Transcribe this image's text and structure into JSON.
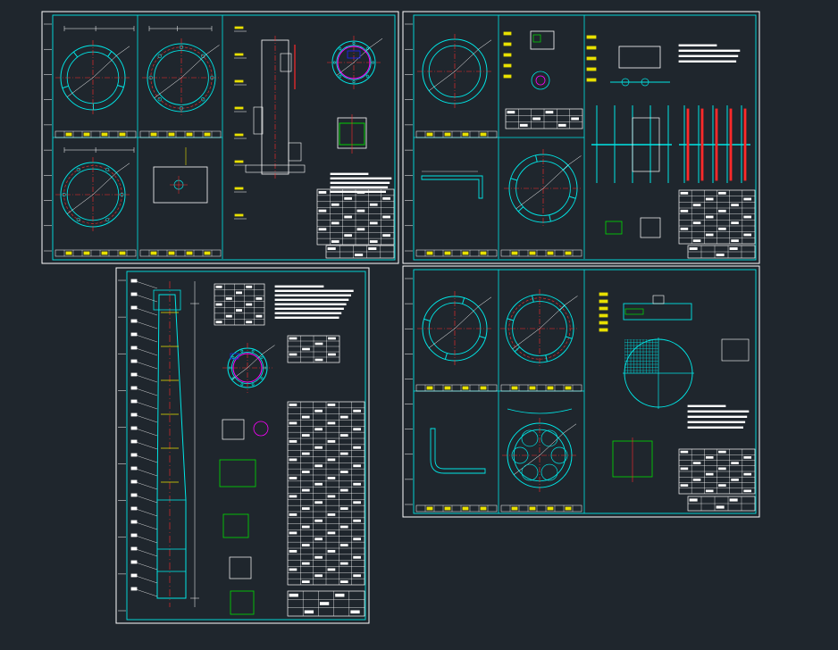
{
  "colors": {
    "background": "#1f262d",
    "frame": "#ffffff",
    "border": "#00e5e5",
    "geometry": "#00e5e5",
    "center_line": "#ff2a2a",
    "dimension": "#ffffff",
    "yellow": "#e8e000",
    "green": "#00e000",
    "magenta": "#ff00ff",
    "blue": "#2020ff"
  },
  "sheets": [
    {
      "id": "sheet-1"
    },
    {
      "id": "sheet-2"
    },
    {
      "id": "sheet-3"
    },
    {
      "id": "sheet-4"
    }
  ]
}
